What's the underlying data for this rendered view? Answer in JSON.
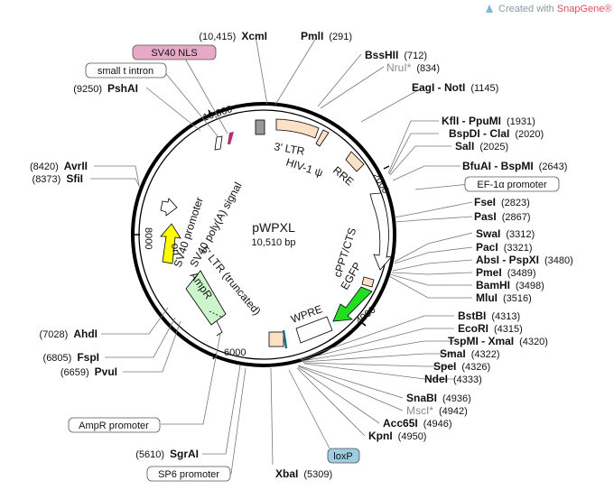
{
  "header": {
    "credit_prefix": "Created with ",
    "credit_brand": "SnapGene®"
  },
  "map": {
    "name": "pWPXL",
    "size": "10,510 bp",
    "ticks": [
      "2000",
      "4000",
      "6000",
      "8000",
      "10,000"
    ]
  },
  "sites": [
    {
      "name": "XcmI",
      "pos": "(10,415)"
    },
    {
      "name": "PmlI",
      "pos": "(291)"
    },
    {
      "name": "BssHII",
      "pos": "(712)"
    },
    {
      "name": "NruI*",
      "pos": "(834)"
    },
    {
      "name": "EagI - NotI",
      "pos": "(1145)"
    },
    {
      "name": "KflI - PpuMI",
      "pos": "(1931)"
    },
    {
      "name": "BspDI - ClaI",
      "pos": "(2020)"
    },
    {
      "name": "SalI",
      "pos": "(2025)"
    },
    {
      "name": "BfuAI - BspMI",
      "pos": "(2643)"
    },
    {
      "name": "FseI",
      "pos": "(2823)"
    },
    {
      "name": "PasI",
      "pos": "(2867)"
    },
    {
      "name": "SwaI",
      "pos": "(3312)"
    },
    {
      "name": "PacI",
      "pos": "(3321)"
    },
    {
      "name": "AbsI - PspXI",
      "pos": "(3480)"
    },
    {
      "name": "PmeI",
      "pos": "(3489)"
    },
    {
      "name": "BamHI",
      "pos": "(3498)"
    },
    {
      "name": "MluI",
      "pos": "(3516)"
    },
    {
      "name": "BstBI",
      "pos": "(4313)"
    },
    {
      "name": "EcoRI",
      "pos": "(4315)"
    },
    {
      "name": "TspMI - XmaI",
      "pos": "(4320)"
    },
    {
      "name": "SmaI",
      "pos": "(4322)"
    },
    {
      "name": "SpeI",
      "pos": "(4326)"
    },
    {
      "name": "NdeI",
      "pos": "(4333)"
    },
    {
      "name": "SnaBI",
      "pos": "(4936)"
    },
    {
      "name": "MscI*",
      "pos": "(4942)"
    },
    {
      "name": "Acc65I",
      "pos": "(4946)"
    },
    {
      "name": "KpnI",
      "pos": "(4950)"
    },
    {
      "name": "XbaI",
      "pos": "(5309)"
    },
    {
      "name": "SgrAI",
      "pos": "(5610)"
    },
    {
      "name": "PvuI",
      "pos": "(6659)"
    },
    {
      "name": "FspI",
      "pos": "(6805)"
    },
    {
      "name": "AhdI",
      "pos": "(7028)"
    },
    {
      "name": "SfiI",
      "pos": "(8373)"
    },
    {
      "name": "AvrII",
      "pos": "(8420)"
    },
    {
      "name": "PshAI",
      "pos": "(9250)"
    }
  ],
  "boxed_features": {
    "sv40_nls": "SV40 NLS",
    "small_t_intron": "small t intron",
    "ef1a_promoter": "EF-1α promoter",
    "ampr_promoter": "AmpR promoter",
    "sp6_promoter": "SP6 promoter",
    "loxp": "loxP"
  },
  "features": {
    "ltr3": "3' LTR",
    "hiv_psi": "HIV-1 ψ",
    "rre": "RRE",
    "cppt": "cPPT/CTS",
    "egfp": "EGFP",
    "wpre": "WPRE",
    "ltr5": "5' LTR (truncated)",
    "ampr": "AmpR",
    "ori": "ori",
    "sv40_promoter": "SV40 promoter",
    "sv40_polya": "SV40 poly(A) signal"
  },
  "colors": {
    "ltr": "#fde0c6",
    "egfp": "#22dd22",
    "ori": "#ffff00",
    "ampr": "#ccf5cc",
    "nls_box": "#e8a9c6",
    "loxp_box": "#9ccde0",
    "backbone": "#000000"
  }
}
